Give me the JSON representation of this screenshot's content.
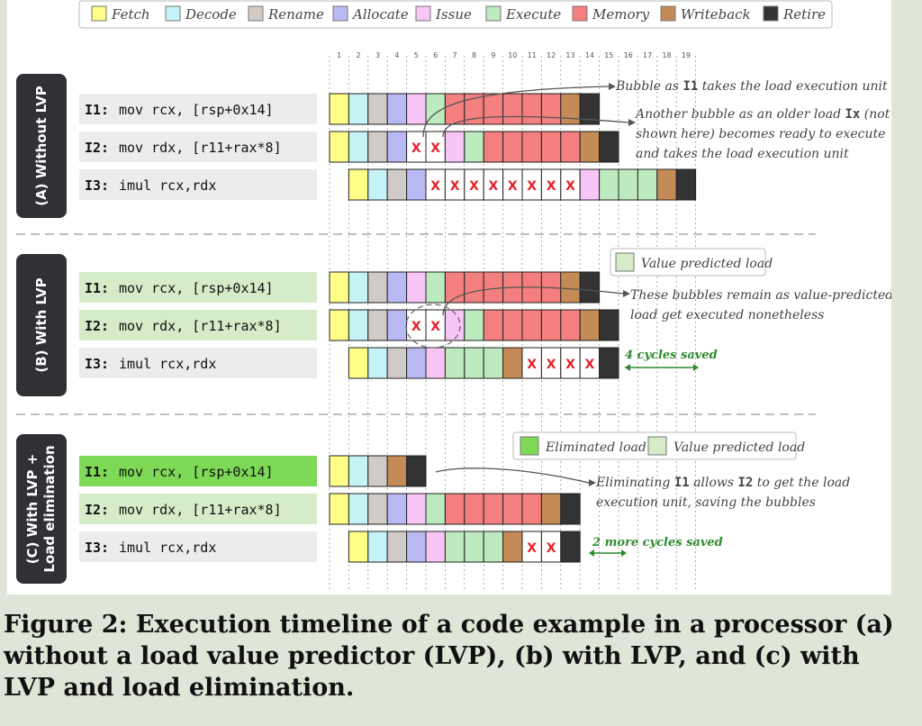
{
  "legend": [
    {
      "label": "Fetch",
      "color": "#ffff88"
    },
    {
      "label": "Decode",
      "color": "#c6f3f7"
    },
    {
      "label": "Rename",
      "color": "#d0cbc7"
    },
    {
      "label": "Allocate",
      "color": "#b8b8f2"
    },
    {
      "label": "Issue",
      "color": "#f8c6f6"
    },
    {
      "label": "Execute",
      "color": "#bdeabe"
    },
    {
      "label": "Memory",
      "color": "#f47f7f"
    },
    {
      "label": "Writeback",
      "color": "#c58b56"
    },
    {
      "label": "Retire",
      "color": "#333333"
    }
  ],
  "ticks": [
    "1",
    "2",
    "3",
    "4",
    "5",
    "6",
    "7",
    "8",
    "9",
    "10",
    "11",
    "12",
    "13",
    "14",
    "15",
    "16",
    "17",
    "18",
    "19"
  ],
  "x_mark": "X",
  "sections": [
    {
      "label": "(A) Without LVP",
      "rows": [
        {
          "label": "I1:",
          "instr": "mov  rcx, [rsp+0x14]",
          "highlight": "none",
          "start": 0,
          "cells": [
            "F",
            "D",
            "R",
            "A",
            "I",
            "E",
            "M",
            "M",
            "M",
            "M",
            "M",
            "M",
            "W",
            "T"
          ]
        },
        {
          "label": "I2:",
          "instr": "mov  rdx, [r11+rax*8]",
          "highlight": "none",
          "start": 0,
          "cells": [
            "F",
            "D",
            "R",
            "A",
            "X",
            "X",
            "I",
            "E",
            "M",
            "M",
            "M",
            "M",
            "M",
            "W",
            "T"
          ]
        },
        {
          "label": "I3:",
          "instr": "imul rcx,rdx",
          "highlight": "none",
          "start": 1,
          "cells": [
            "F",
            "D",
            "R",
            "A",
            "X",
            "X",
            "X",
            "X",
            "X",
            "X",
            "X",
            "X",
            "I",
            "E",
            "E",
            "E",
            "W",
            "T"
          ]
        }
      ],
      "annotations": [
        {
          "text": "Bubble as ",
          "bold": "I1",
          "rest": " takes the load execution unit"
        },
        {
          "text": "Another bubble as an older load ",
          "bold": "Ix",
          "rest": " (not",
          "line2": "shown here) becomes ready to execute",
          "line3": "and takes the load execution unit"
        }
      ]
    },
    {
      "label": "(B) With LVP",
      "legend_box": "Value predicted load",
      "rows": [
        {
          "label": "I1:",
          "instr": "mov  rcx, [rsp+0x14]",
          "highlight": "light",
          "start": 0,
          "cells": [
            "F",
            "D",
            "R",
            "A",
            "I",
            "E",
            "M",
            "M",
            "M",
            "M",
            "M",
            "M",
            "W",
            "T"
          ]
        },
        {
          "label": "I2:",
          "instr": "mov  rdx, [r11+rax*8]",
          "highlight": "light",
          "start": 0,
          "cells": [
            "F",
            "D",
            "R",
            "A",
            "X",
            "X",
            "I",
            "E",
            "M",
            "M",
            "M",
            "M",
            "M",
            "W",
            "T"
          ]
        },
        {
          "label": "I3:",
          "instr": "imul rcx,rdx",
          "highlight": "none",
          "start": 1,
          "cells": [
            "F",
            "D",
            "R",
            "A",
            "I",
            "E",
            "E",
            "E",
            "W",
            "X",
            "X",
            "X",
            "X",
            "T"
          ]
        }
      ],
      "annotations": [
        {
          "text": "These bubbles remain as value-predicted",
          "line2": "load get executed nonetheless"
        }
      ],
      "saved": "4 cycles saved"
    },
    {
      "label": "(C) With LVP + Load elimination",
      "legend_box_1": "Eliminated load",
      "legend_box_2": "Value predicted load",
      "rows": [
        {
          "label": "I1:",
          "instr": "mov  rcx, [rsp+0x14]",
          "highlight": "strong",
          "start": 0,
          "cells": [
            "F",
            "D",
            "R",
            "W",
            "T"
          ]
        },
        {
          "label": "I2:",
          "instr": "mov  rdx, [r11+rax*8]",
          "highlight": "light",
          "start": 0,
          "cells": [
            "F",
            "D",
            "R",
            "A",
            "I",
            "E",
            "M",
            "M",
            "M",
            "M",
            "M",
            "W",
            "T"
          ]
        },
        {
          "label": "I3:",
          "instr": "imul rcx,rdx",
          "highlight": "none",
          "start": 1,
          "cells": [
            "F",
            "D",
            "R",
            "A",
            "I",
            "E",
            "E",
            "E",
            "W",
            "X",
            "X",
            "T"
          ]
        }
      ],
      "annotations": [
        {
          "text": "Eliminating ",
          "bold": "I1",
          "rest": " allows ",
          "bold2": "I2",
          "rest2": " to get the load",
          "line2": "execution unit, saving the bubbles"
        }
      ],
      "saved": "2 more cycles saved"
    }
  ],
  "caption": "Figure 2: Execution timeline of a code example in a processor (a) without a load value predictor (LVP), (b) with LVP, and (c) with LVP and load elimination."
}
